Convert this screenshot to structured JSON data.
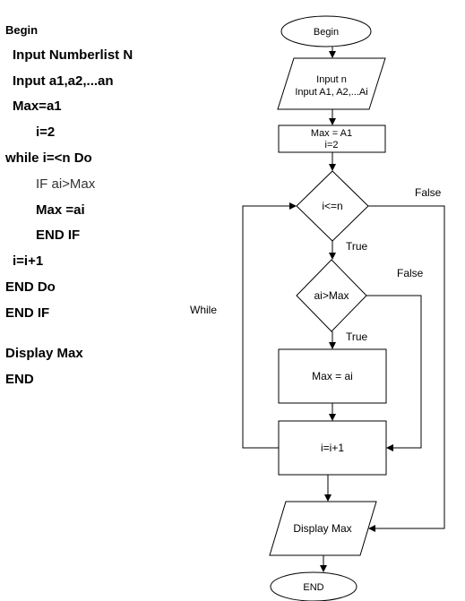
{
  "pseudocode": {
    "begin": "Begin",
    "input_list": "Input Numberlist N",
    "input_values": "Input a1,a2,...an",
    "max_init": "Max=a1",
    "i_init": "i=2",
    "while": "while i=<n Do",
    "if": "IF ai>Max",
    "max_assign": "Max =ai",
    "end_if_inner": "END IF",
    "increment": "i=i+1",
    "end_do": "END Do",
    "end_if": "END IF",
    "display": "Display Max",
    "end": "END"
  },
  "flowchart": {
    "begin": "Begin",
    "input_line1": "Input n",
    "input_line2": "Input A1, A2,...Ai",
    "init_line1": "Max = A1",
    "init_line2": "i=2",
    "loop_condition": "i<=n",
    "if_condition": "ai>Max",
    "assign": "Max = ai",
    "increment": "i=i+1",
    "display": "Display Max",
    "end": "END",
    "label_false_loop": "False",
    "label_true_loop": "True",
    "label_false_if": "False",
    "label_true_if": "True",
    "label_while": "While"
  }
}
